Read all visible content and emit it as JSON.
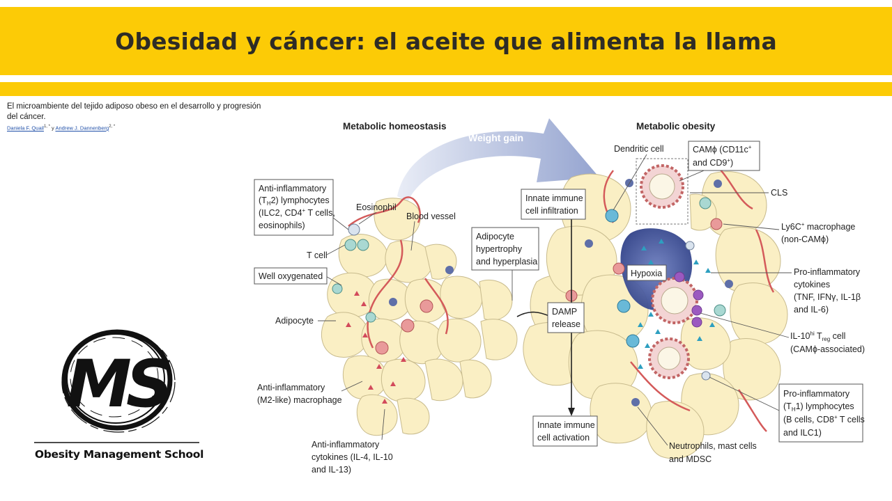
{
  "header": {
    "title": "Obesidad  y cáncer: el aceite que alimenta la llama"
  },
  "article": {
    "title": "El microambiente del tejido adiposo obeso en el desarrollo y progresión del cáncer.",
    "author1": "Daniela F. Quail",
    "author1_sup": "1, *",
    "connector": " y ",
    "author2": "Andrew J. Dannenberg",
    "author2_sup": "2, *"
  },
  "logo": {
    "initials": "MS",
    "name": "Obesity Management School"
  },
  "diagram": {
    "left_title": "Metabolic homeostasis",
    "right_title": "Metabolic obesity",
    "arrow_label": "Weight gain",
    "labels": {
      "th2_1": "Anti-inflammatory",
      "th2_2": "(T",
      "th2_2b": "H",
      "th2_2c": "2) lymphocytes",
      "th2_3": "(ILC2, CD4",
      "th2_3b": "+",
      "th2_3c": " T cells,",
      "th2_4": "eosinophils)",
      "eosinophil": "Eosinophil",
      "blood_vessel": "Blood vessel",
      "t_cell": "T cell",
      "well_oxygenated": "Well oxygenated",
      "adipocyte": "Adipocyte",
      "m2_1": "Anti-inflammatory",
      "m2_2": "(M2-like) macrophage",
      "cyt_1": "Anti-inflammatory",
      "cyt_2": "cytokines (IL-4, IL-10",
      "cyt_3": "and IL-13)",
      "hyp_1": "Adipocyte",
      "hyp_2": "hypertrophy",
      "hyp_3": "and hyperplasia",
      "inn_inf_1": "Innate immune",
      "inn_inf_2": "cell infiltration",
      "damp_1": "DAMP",
      "damp_2": "release",
      "inn_act_1": "Innate immune",
      "inn_act_2": "cell activation",
      "dendritic": "Dendritic cell",
      "cam_1": "CAMϕ (CD11c",
      "cam_1b": "+",
      "cam_2": "and CD9",
      "cam_2b": "+",
      "cam_2c": ")",
      "cls": "CLS",
      "ly6c_1": "Ly6C",
      "ly6c_1b": "+",
      "ly6c_1c": " macrophage",
      "ly6c_2": "(non-CAMϕ)",
      "hypoxia": "Hypoxia",
      "pro_cyt_1": "Pro-inflammatory",
      "pro_cyt_2": "cytokines",
      "pro_cyt_3": "(TNF, IFNγ, IL-1β",
      "pro_cyt_4": "and IL-6)",
      "treg_1": "IL-10",
      "treg_1b": "hi",
      "treg_1c": " T",
      "treg_1d": "reg",
      "treg_1e": " cell",
      "treg_2": "(CAMϕ-associated)",
      "th1_1": "Pro-inflammatory",
      "th1_2": "(T",
      "th1_2b": "H",
      "th1_2c": "1) lymphocytes",
      "th1_3": "(B cells, CD8",
      "th1_3b": "+",
      "th1_3c": " T cells",
      "th1_4": "and ILC1)",
      "neut_1": "Neutrophils, mast cells",
      "neut_2": "and MDSC"
    }
  },
  "colors": {
    "banner": "#fccb06",
    "title_text": "#2e2c26",
    "adipocyte": "#faefc4",
    "hypoxia": "#2e3f86",
    "arrow": "#a9b6d9",
    "link": "#1f4fa8"
  }
}
